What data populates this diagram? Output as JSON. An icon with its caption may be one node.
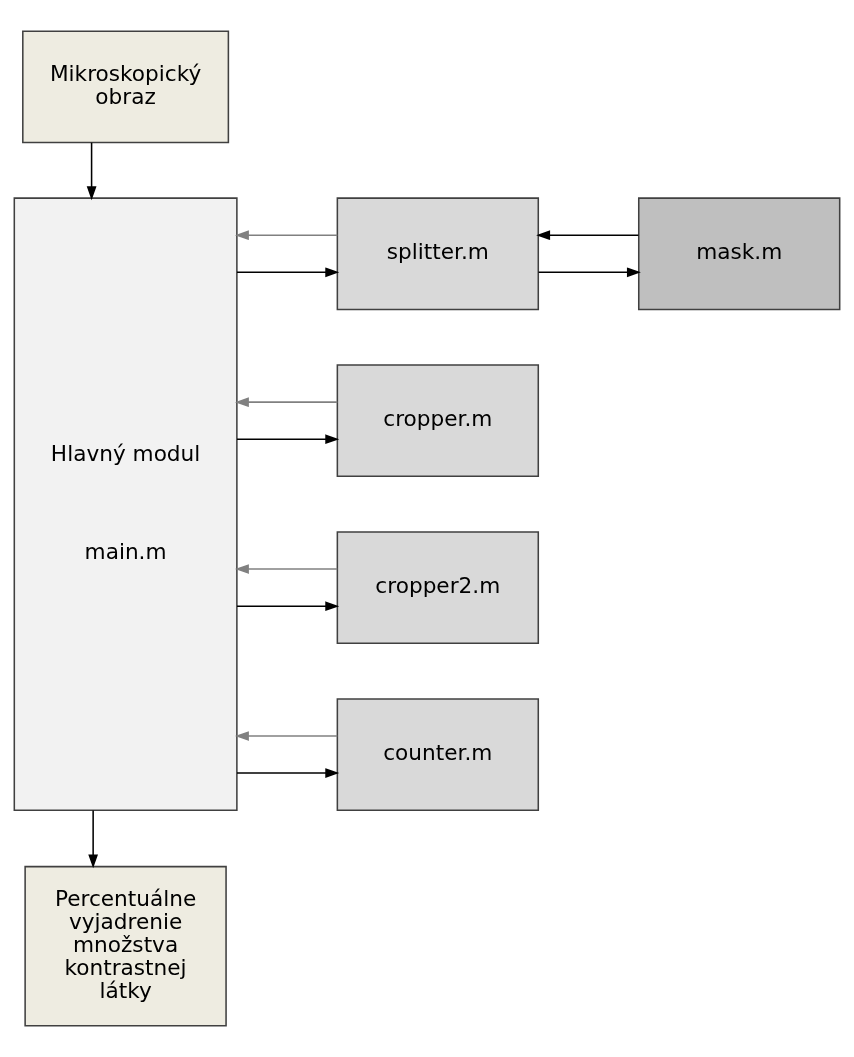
{
  "diagram": {
    "nodes": [
      {
        "text": [
          "Mikroskopický obraz"
        ]
      },
      {
        "text": [
          "Hlavný modul",
          "main.m"
        ]
      },
      {
        "text": [
          "splitter.m"
        ]
      },
      {
        "text": [
          "mask.m"
        ]
      },
      {
        "text": [
          "cropper.m"
        ]
      },
      {
        "text": [
          "cropper2.m"
        ]
      },
      {
        "text": [
          "counter.m"
        ]
      },
      {
        "text": [
          "Percentuálne vyjadrenie množstva kontrastnej látky"
        ]
      }
    ],
    "edges": [
      {
        "from": 0,
        "to": 1,
        "arrow": "to"
      },
      {
        "from": 1,
        "to": 2,
        "arrow": "to"
      },
      {
        "from": 2,
        "to": 3,
        "arrow": "to"
      },
      {
        "from": 3,
        "to": 2,
        "arrow": "to"
      },
      {
        "from": 2,
        "to": 1,
        "arrow": "to",
        "color": "#808080"
      },
      {
        "from": 1,
        "to": 4,
        "arrow": "to"
      },
      {
        "from": 4,
        "to": 1,
        "arrow": "to",
        "color": "#808080"
      },
      {
        "from": 1,
        "to": 5,
        "arrow": "to"
      },
      {
        "from": 5,
        "to": 1,
        "arrow": "to",
        "color": "#808080"
      },
      {
        "from": 1,
        "to": 6,
        "arrow": "to"
      },
      {
        "from": 6,
        "to": 1,
        "arrow": "to",
        "color": "#808080"
      },
      {
        "from": 1,
        "to": 7,
        "arrow": "to"
      }
    ]
  }
}
